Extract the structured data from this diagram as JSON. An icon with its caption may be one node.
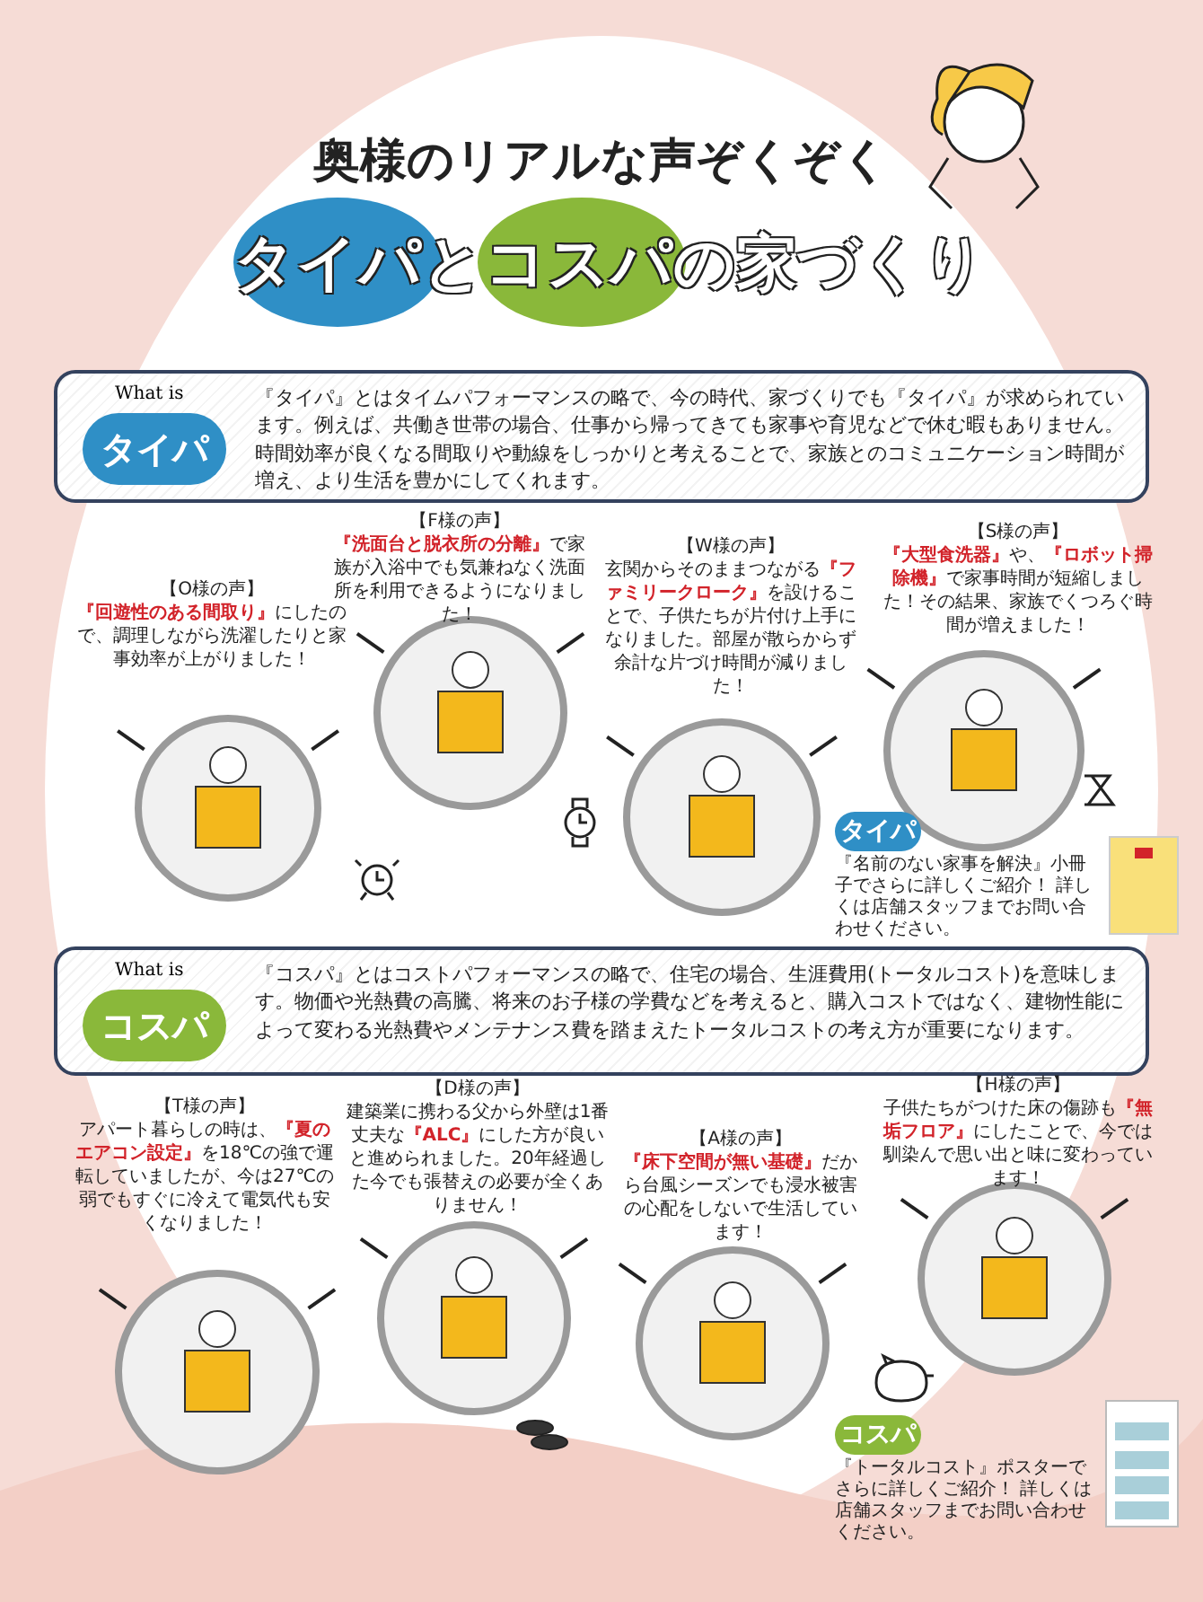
{
  "diagram": {
    "title": "タイパとコスパの家づくり",
    "nodes": [
      {
        "text": [
          "What is",
          "タイパ",
          "『タイパ』とはタイムパフォーマンスの略で、今の時代、家づくりでも『タイパ』が求められています。例えば、共働き世帯の場合、仕事から帰ってきても家事や育児などで休む暇もありません。時間効率が良くなる間取りや動線をしっかりと考えることで、家族とのコミュニケーション時間が増え、より生活を豊かにしてくれます。"
        ]
      },
      {
        "text": [
          "【O様の声】",
          "**『回遊性のある間取り』**にしたので、調理しながら洗濯したりと家事効率が上がりました！"
        ]
      },
      {
        "text": [
          "【F様の声】",
          "**『洗面台と脱衣所の分離』**で家族が入浴中でも気兼ねなく洗面所を利用できるようになりました！"
        ]
      },
      {
        "text": [
          "【W様の声】",
          "玄関からそのままつながる**『ファミリークローク』**を設けることで、子供たちが片付け上手になりました。部屋が散らからず余計な片づけ時間が減りました！"
        ]
      },
      {
        "text": [
          "【S様の声】",
          "**『大型食洗器』**や、**『ロボット掃除機』**で家事時間が短縮しました！その結果、家族でくつろぐ時間が増えました！"
        ]
      },
      {
        "text": [
          "タイパ"
        ]
      },
      {
        "text": [
          "What is",
          "コスパ",
          "『コスパ』とはコストパフォーマンスの略で、住宅の場合、生涯費用(トータルコスト)を意味します。物価や光熱費の高騰、将来のお子様の学費などを考えると、購入コストではなく、建物性能によって変わる光熱費やメンテナンス費を踏まえたトータルコストの考え方が重要になります。"
        ]
      },
      {
        "text": [
          "【T様の声】",
          "アパート暮らしの時は、**『夏のエアコン設定』**を18℃の強で運転していましたが、今は27℃の弱でもすぐに冷えて電気代も安くなりました！"
        ]
      },
      {
        "text": [
          "【D様の声】",
          "建築業に携わる父から外壁は1番丈夫な**『ALC』**にした方が良いと進められました。20年経過した今でも張替えの必要が全くありません！"
        ]
      },
      {
        "text": [
          "【A様の声】",
          "**『床下空間が無い基礎』**だから台風シーズンでも浸水被害の心配をしないで生活しています！"
        ]
      },
      {
        "text": [
          "【H様の声】",
          "子供たちがつけた床の傷跡も**『無垢フロア』**にしたことで、今では馴染んで思い出と味に変わっています！"
        ]
      },
      {
        "text": [
          "コスパ"
        ]
      }
    ],
    "labels": [
      "奥様のリアルな声ぞくぞく",
      "『名前のない家事を解決』小冊子でさらに詳しくご紹介！ 詳しくは店舗スタッフまでお問い合わせください。",
      "『トータルコスト』ポスターでさらに詳しくご紹介！ 詳しくは店舗スタッフまでお問い合わせください。"
    ]
  }
}
